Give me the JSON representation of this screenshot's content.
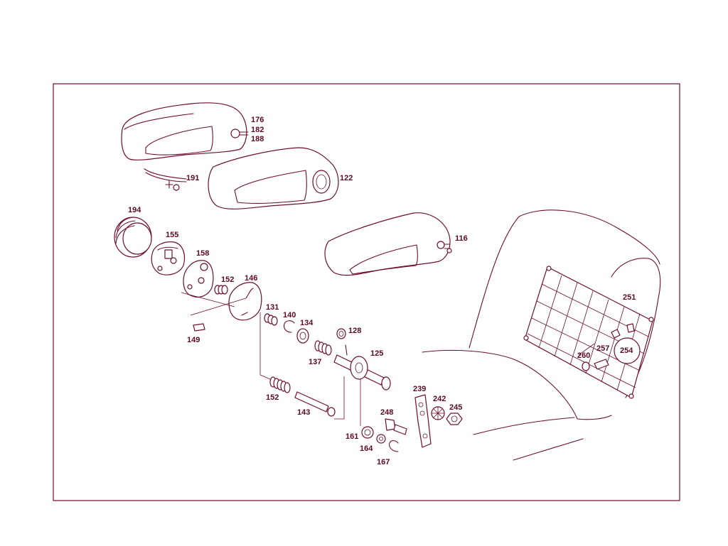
{
  "colors": {
    "stroke": "#6e0f2a",
    "label": "#5a0a20",
    "background": "#ffffff"
  },
  "labels": [
    "176",
    "182",
    "188",
    "191",
    "122",
    "116",
    "194",
    "155",
    "158",
    "152",
    "146",
    "131",
    "140",
    "134",
    "137",
    "128",
    "125",
    "149",
    "152",
    "143",
    "161",
    "164",
    "167",
    "248",
    "239",
    "242",
    "245",
    "251",
    "257",
    "260",
    "254"
  ]
}
